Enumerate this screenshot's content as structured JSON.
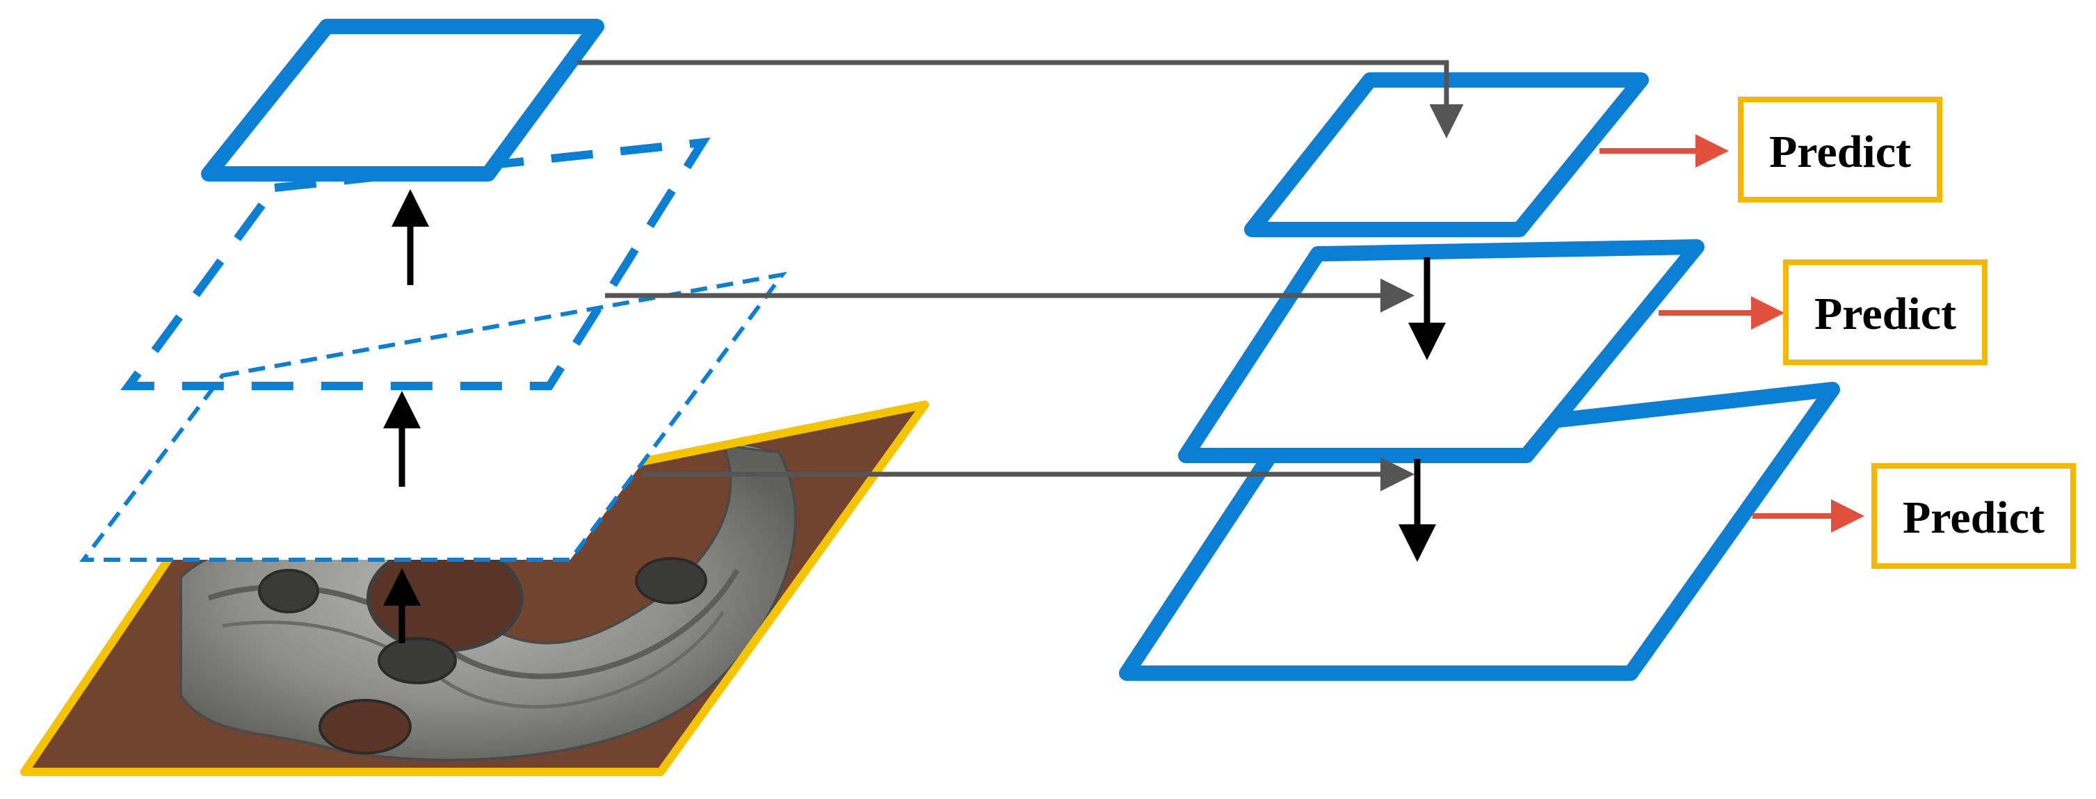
{
  "predict_boxes": [
    {
      "label": "Predict"
    },
    {
      "label": "Predict"
    },
    {
      "label": "Predict"
    }
  ],
  "colors": {
    "feature_map_stroke": "#0a7fd4",
    "input_image_border": "#f5c400",
    "predict_border": "#f5b800",
    "lateral_arrow": "#555555",
    "internal_arrow": "#000000",
    "predict_arrow": "#e0503c",
    "background": "#ffffff"
  },
  "icons": {
    "input_image": "metal-flange-part-photo"
  }
}
